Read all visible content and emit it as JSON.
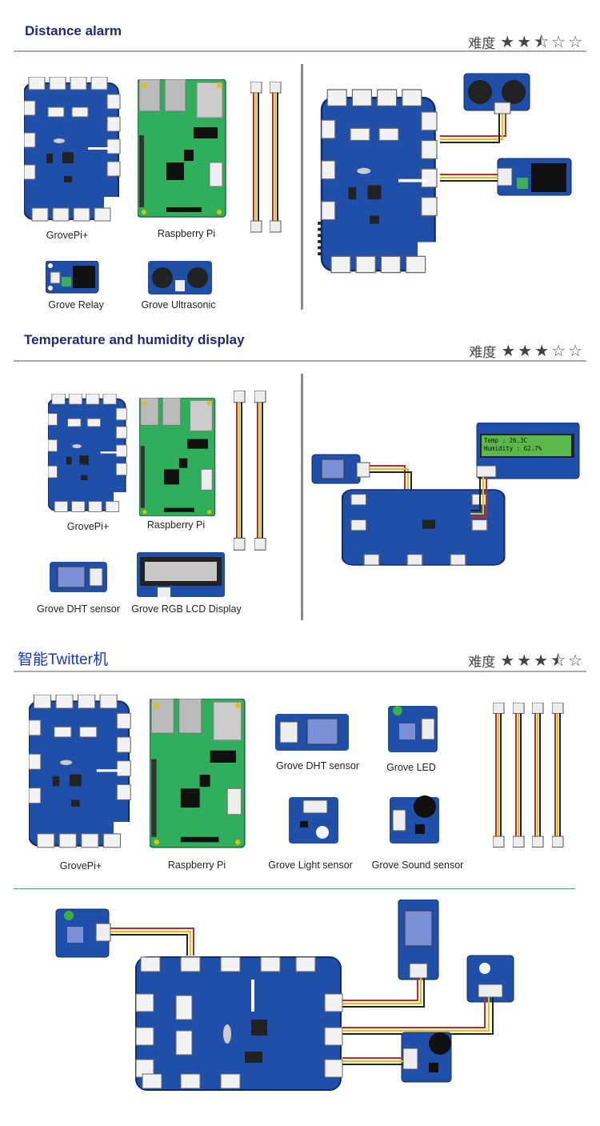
{
  "sections": [
    {
      "title": "Distance alarm",
      "difficulty_label": "难度",
      "rating": 2.5,
      "captions": [
        "GrovePi+",
        "Raspberry Pi",
        "Grove Relay",
        "Grove Ultrasonic"
      ]
    },
    {
      "title": "Temperature and humidity display",
      "difficulty_label": "难度",
      "rating": 3,
      "captions": [
        "GrovePi+",
        "Raspberry Pi",
        "Grove DHT sensor",
        "Grove RGB LCD Display"
      ],
      "lcd_line1": "Temp : 26.3C",
      "lcd_line2": "Humidity : 62.7%"
    },
    {
      "title": "智能Twitter机",
      "difficulty_label": "难度",
      "rating": 3.5,
      "captions": [
        "GrovePi+",
        "Raspberry Pi",
        "Grove DHT sensor",
        "Grove LED",
        "Grove Light sensor",
        "Grove Sound sensor"
      ]
    }
  ],
  "colors": {
    "board_blue": "#1f4fa8",
    "board_dark": "#17357a",
    "rpi_green": "#2fae5b",
    "connector_white": "#f2f2f2",
    "wire_red": "#c62828",
    "wire_yellow": "#e8c200",
    "wire_black": "#222222",
    "title_navy": "#1f2a7a",
    "title_cn_blue": "#1636c8"
  }
}
